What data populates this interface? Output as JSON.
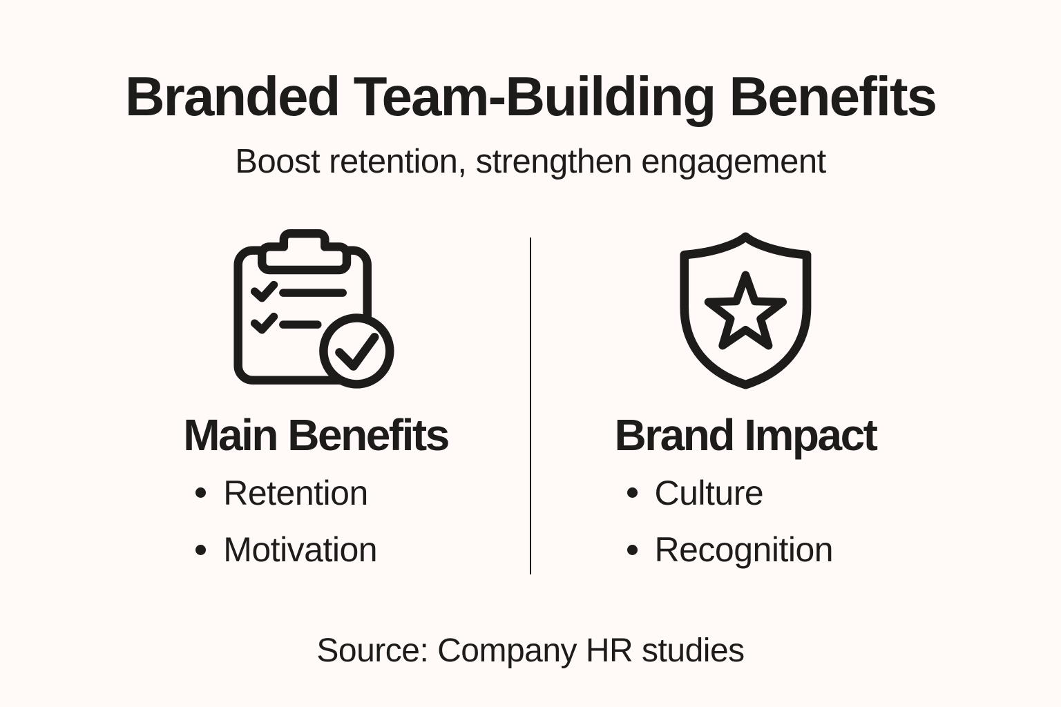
{
  "page": {
    "title": "Branded Team-Building Benefits",
    "subtitle": "Boost retention, strengthen engagement",
    "source": "Source: Company HR studies"
  },
  "columns": [
    {
      "icon": "clipboard-check-icon",
      "heading": "Main Benefits",
      "bullets": [
        "Retention",
        "Motivation"
      ]
    },
    {
      "icon": "shield-star-icon",
      "heading": "Brand Impact",
      "bullets": [
        "Culture",
        "Recognition"
      ]
    }
  ],
  "colors": {
    "background": "#FFFAF8",
    "text": "#1E1C1A",
    "icon_stroke": "#1E1C1A",
    "divider": "#1E1C1A"
  }
}
